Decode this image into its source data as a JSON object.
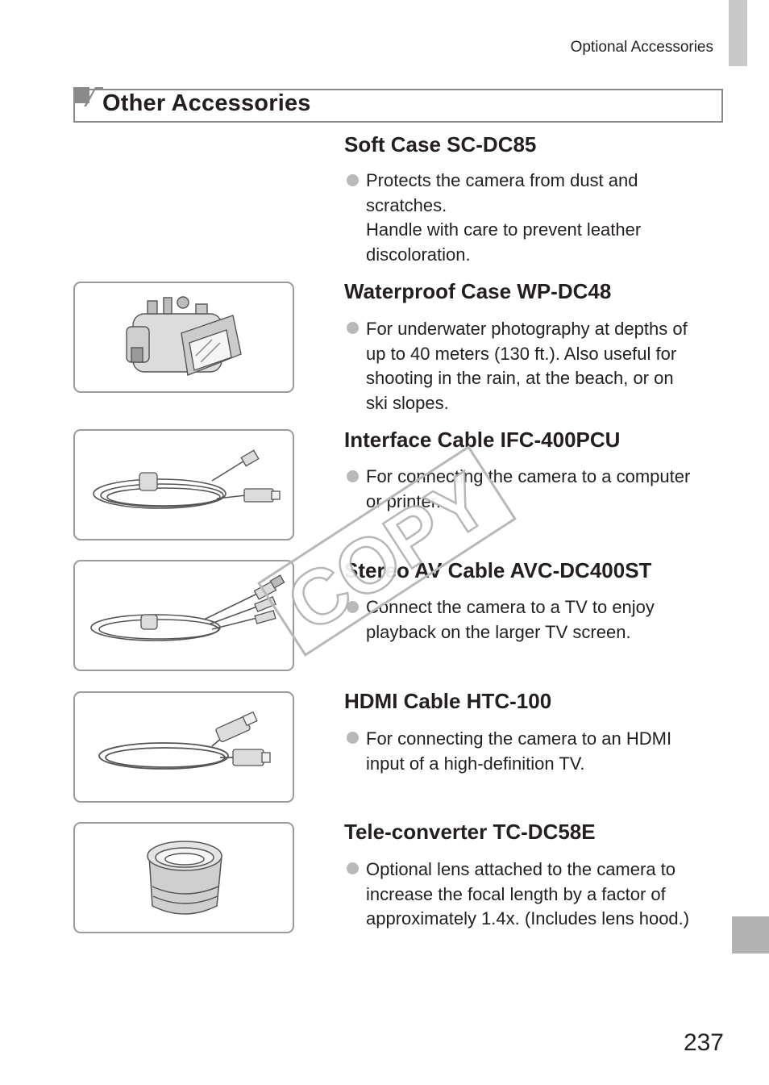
{
  "header": {
    "section_label": "Optional Accessories"
  },
  "section": {
    "title": "Other Accessories"
  },
  "items": [
    {
      "title": "Soft Case SC-DC85",
      "lines": [
        "Protects the camera from dust and",
        "scratches.",
        "Handle with care to prevent leather",
        "discoloration."
      ]
    },
    {
      "title": "Waterproof Case WP-DC48",
      "lines": [
        "For underwater photography at depths of",
        "up to 40 meters (130 ft.). Also useful for",
        "shooting in the rain, at the beach, or on",
        "ski slopes."
      ]
    },
    {
      "title": "Interface Cable IFC-400PCU",
      "lines": [
        "For connecting the camera to a computer",
        "or printer."
      ]
    },
    {
      "title": "Stereo AV Cable AVC-DC400ST",
      "lines": [
        "Connect the camera to a TV to enjoy",
        "playback on the larger TV screen."
      ]
    },
    {
      "title": "HDMI Cable HTC-100",
      "lines": [
        "For connecting the camera to an HDMI",
        "input of a high-definition TV."
      ]
    },
    {
      "title": "Tele-converter TC-DC58E",
      "lines": [
        "Optional lens attached to the camera to",
        "increase the focal length by a factor of",
        "approximately 1.4x. (Includes lens hood.)"
      ]
    }
  ],
  "watermark": {
    "text": "COPY"
  },
  "page_number": "237",
  "colors": {
    "text": "#231f20",
    "frame_gray": "#8a8a8a",
    "bullet_gray": "#b9b9b9",
    "tab_gray": "#c8c8c8"
  }
}
